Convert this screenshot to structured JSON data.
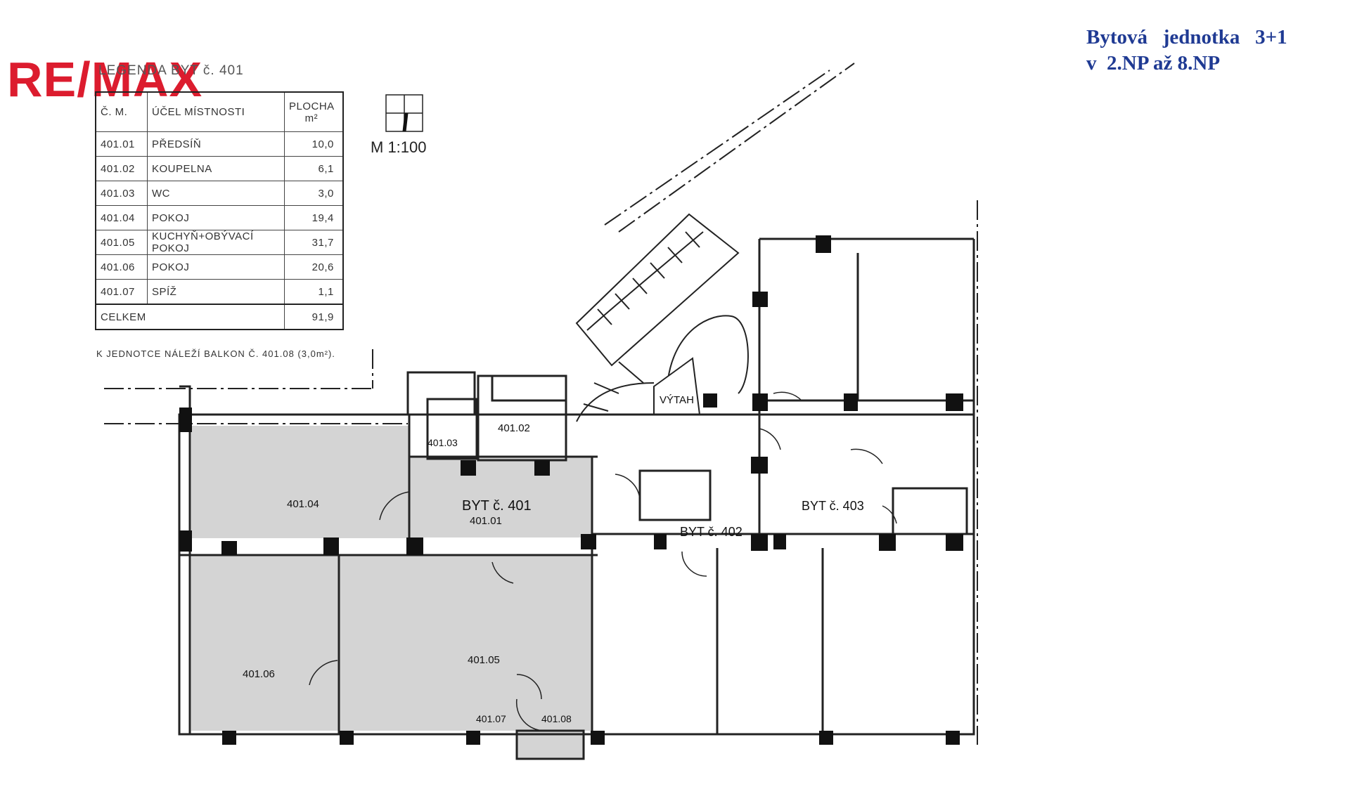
{
  "logo": {
    "text": "RE/MAX",
    "color": "#dc1c2e"
  },
  "title": {
    "line1": "Bytová   jednotka   3+1",
    "line2": "v  2.NP až 8.NP",
    "color": "#1f3a93"
  },
  "legend": {
    "heading": "LEGENDA BYT č. 401",
    "columns": {
      "no": "Č. M.",
      "purpose": "ÚČEL MÍSTNOSTI",
      "area": "PLOCHA m²"
    },
    "rows": [
      {
        "no": "401.01",
        "purpose": "PŘEDSÍŇ",
        "area": "10,0"
      },
      {
        "no": "401.02",
        "purpose": "KOUPELNA",
        "area": "6,1"
      },
      {
        "no": "401.03",
        "purpose": "WC",
        "area": "3,0"
      },
      {
        "no": "401.04",
        "purpose": "POKOJ",
        "area": "19,4"
      },
      {
        "no": "401.05",
        "purpose": "KUCHYŇ+OBÝVACÍ POKOJ",
        "area": "31,7"
      },
      {
        "no": "401.06",
        "purpose": "POKOJ",
        "area": "20,6"
      },
      {
        "no": "401.07",
        "purpose": "SPÍŽ",
        "area": "1,1"
      }
    ],
    "total": {
      "label": "CELKEM",
      "area": "91,9"
    },
    "note": "K JEDNOTCE NÁLEŽÍ BALKON Č. 401.08 (3,0m²)."
  },
  "scale": "M 1:100",
  "plan": {
    "rooms": {
      "r40101": "401.01",
      "r40102": "401.02",
      "r40103": "401.03",
      "r40104": "401.04",
      "r40105": "401.05",
      "r40106": "401.06",
      "r40107": "401.07",
      "r40108": "401.08"
    },
    "units": {
      "u401": "BYT č. 401",
      "u402": "BYT č. 402",
      "u403": "BYT č. 403"
    },
    "elevator": "VÝTAH"
  }
}
